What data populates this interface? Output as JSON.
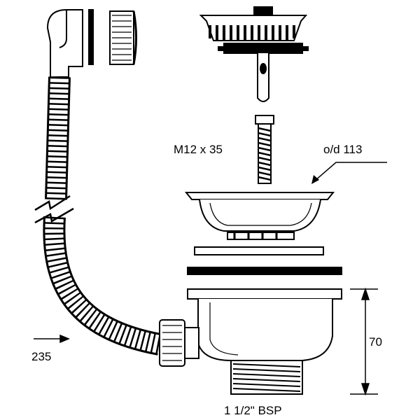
{
  "labels": {
    "bolt": "M12 x 35",
    "outer_diameter": "o/d 113",
    "height": "70",
    "hose_length": "235",
    "thread": "1 1/2\" BSP"
  },
  "colors": {
    "ink": "#000000",
    "paper": "#ffffff"
  }
}
